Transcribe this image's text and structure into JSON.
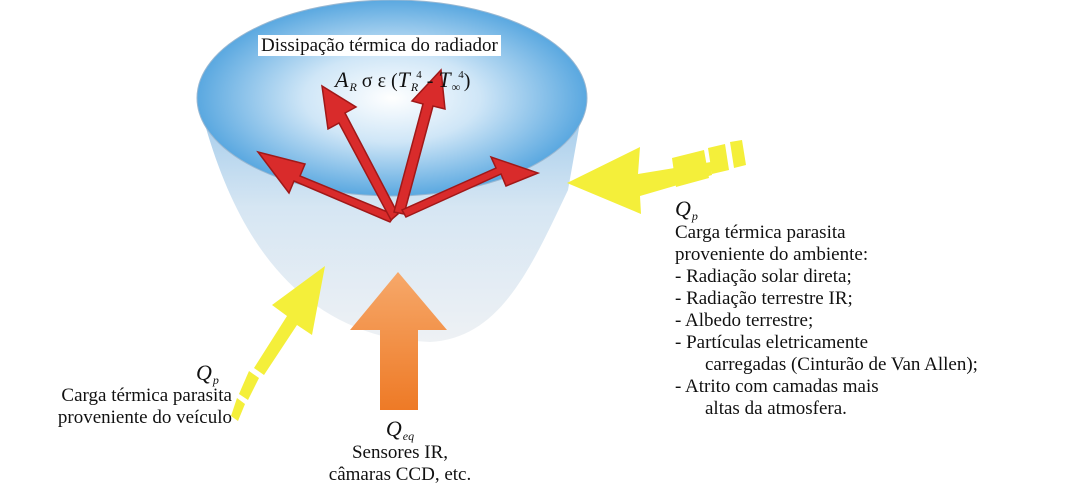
{
  "radiator": {
    "title": "Dissipação térmica do radiador",
    "formula": {
      "area": "A",
      "area_sub": "R",
      "sigma_eps": "σ ε (",
      "t_r": "T",
      "t_r_sub": "R",
      "exp1": "4",
      "minus": " - ",
      "t_inf": "T",
      "t_inf_sub": "∞",
      "exp2": "4",
      "close": ")"
    }
  },
  "qp_environment": {
    "symbol": "Q",
    "sub": "p",
    "line1": "Carga térmica parasita",
    "line2": "proveniente do ambiente:",
    "items": [
      "- Radiação solar direta;",
      "- Radiação terrestre IR;",
      "- Albedo terrestre;",
      "- Partículas eletricamente",
      "carregadas (Cinturão de Van Allen);",
      "- Atrito com camadas mais",
      "altas da atmosfera."
    ]
  },
  "qp_vehicle": {
    "symbol": "Q",
    "sub": "p",
    "line1": "Carga térmica parasita",
    "line2": "proveniente do veículo"
  },
  "q_eq": {
    "symbol": "Q",
    "sub": "eq",
    "line1": "Sensores IR,",
    "line2": "câmaras CCD, etc."
  },
  "colors": {
    "dissipation_arrows": "#d92b2b",
    "parasitic_arrows": "#f4ef3a",
    "equipment_arrow": "#f08a3a",
    "radiator_top": "#6fb6e6",
    "radiator_body": "#d9e4ee"
  }
}
